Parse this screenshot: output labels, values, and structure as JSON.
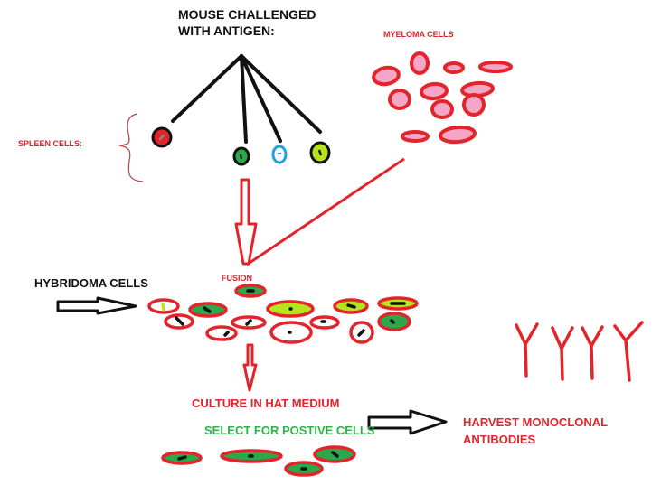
{
  "title": {
    "line1": "MOUSE CHALLENGED",
    "line2": "WITH ANTIGEN:"
  },
  "labels": {
    "myeloma": "MYELOMA CELLS",
    "spleen": "SPLEEN CELLS:",
    "fusion": "FUSION",
    "hybridoma": "HYBRIDOMA CELLS",
    "culture": "CULTURE IN HAT MEDIUM",
    "select": "SELECT FOR POSTIVE CELLS",
    "harvest_line1": "HARVEST MONOCLONAL",
    "harvest_line2": "ANTIBODIES"
  },
  "colors": {
    "outline_red": "#e3242b",
    "myeloma_fill": "#f4a6c6",
    "green_fill": "#2aa84a",
    "yellowgreen_fill": "#b5e61d",
    "blue_outline": "#1ea3e0",
    "white_fill": "#ffffff",
    "nucleus": "#111111",
    "text_red": "#e3242b",
    "text_green": "#2db34a"
  },
  "spleen_cells": [
    {
      "kind": "red-cell",
      "fill": "#e3242b",
      "ring": "#111111"
    },
    {
      "kind": "green-cell",
      "fill": "#2aa84a",
      "ring": "#111111"
    },
    {
      "kind": "blue-cell",
      "fill": "#ffffff",
      "ring": "#1ea3e0"
    },
    {
      "kind": "yellowgreen-cell",
      "fill": "#b5e61d",
      "ring": "#111111"
    }
  ],
  "hybridoma_cells": [
    {
      "fill": "#ffffff"
    },
    {
      "fill": "#2aa84a"
    },
    {
      "fill": "#ffffff"
    },
    {
      "fill": "#2aa84a"
    },
    {
      "fill": "#b5e61d"
    },
    {
      "fill": "#ffffff"
    },
    {
      "fill": "#ffffff"
    },
    {
      "fill": "#ffffff"
    },
    {
      "fill": "#ffffff"
    },
    {
      "fill": "#b5e61d"
    },
    {
      "fill": "#ffffff"
    },
    {
      "fill": "#b5e61d"
    },
    {
      "fill": "#2aa84a"
    }
  ],
  "selected_cells_count": 4,
  "myeloma_cells_count": 11,
  "antibodies_count": 4
}
